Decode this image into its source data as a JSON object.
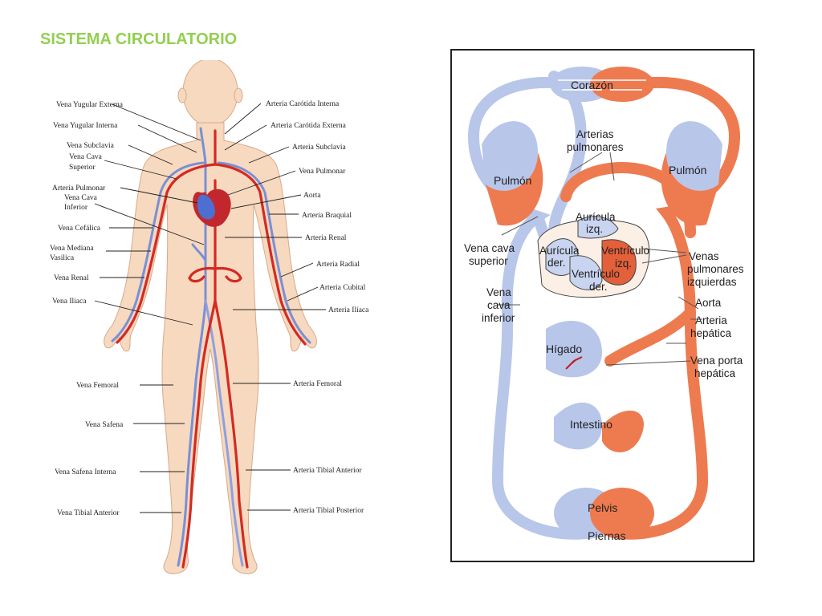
{
  "title": "SISTEMA CIRCULATORIO",
  "colors": {
    "title": "#92d050",
    "artery": "#d42a22",
    "vein": "#7a8fd6",
    "skin": "#f6d9bf",
    "oxygenated": "#ee7b50",
    "deoxygenated": "#b8c6ea"
  },
  "body_labels_left": [
    "Vena Yugular Externa",
    "Vena Yugular Interna",
    "Vena Subclavia",
    "Vena Cava",
    "Superior",
    "Arteria Pulmonar",
    "Vena Cava",
    "Inferior",
    "Vena Cefálica",
    "Vena Mediana",
    "Vasilica",
    "Vena Renal",
    "Vena Iliaca",
    "Vena Femoral",
    "Vena Safena",
    "Vena Safena Interna",
    "Vena Tibial Anterior"
  ],
  "body_labels_right": [
    "Arteria Carótida Interna",
    "Arteria Carótida Externa",
    "Arteria Subclavia",
    "Vena Pulmonar",
    "Aorta",
    "Arteria Braquial",
    "Arteria Renal",
    "Arteria Radial",
    "Arteria Cubital",
    "Arteria Ilíaca",
    "Arteria Femoral",
    "Arteria Tibial Anterior",
    "Arteria Tibial Posterior"
  ],
  "circ_organs": {
    "corazon": "Corazón",
    "pulmon_left": "Pulmón",
    "pulmon_right": "Pulmón",
    "higado": "Hígado",
    "intestino": "Intestino",
    "pelvis": "Pelvis",
    "piernas": "Piernas"
  },
  "circ_labels": {
    "arterias_pulmonares": [
      "Arterias",
      "pulmonares"
    ],
    "auricula_izq": [
      "Aurícula",
      "izq."
    ],
    "auricula_der": [
      "Aurícula",
      "der."
    ],
    "ventriculo_izq": [
      "Ventrículo",
      "izq."
    ],
    "ventriculo_der": [
      "Ventrículo",
      "der."
    ],
    "vena_cava_superior": [
      "Vena cava",
      "superior"
    ],
    "vena_cava_inferior": [
      "Vena",
      "cava",
      "inferior"
    ],
    "venas_pulmonares": [
      "Venas",
      "pulmonares",
      "izquierdas"
    ],
    "aorta": [
      "Aorta"
    ],
    "arteria_hepatica": [
      "Arteria",
      "hepática"
    ],
    "vena_porta": [
      "Vena porta",
      "hepática"
    ]
  }
}
